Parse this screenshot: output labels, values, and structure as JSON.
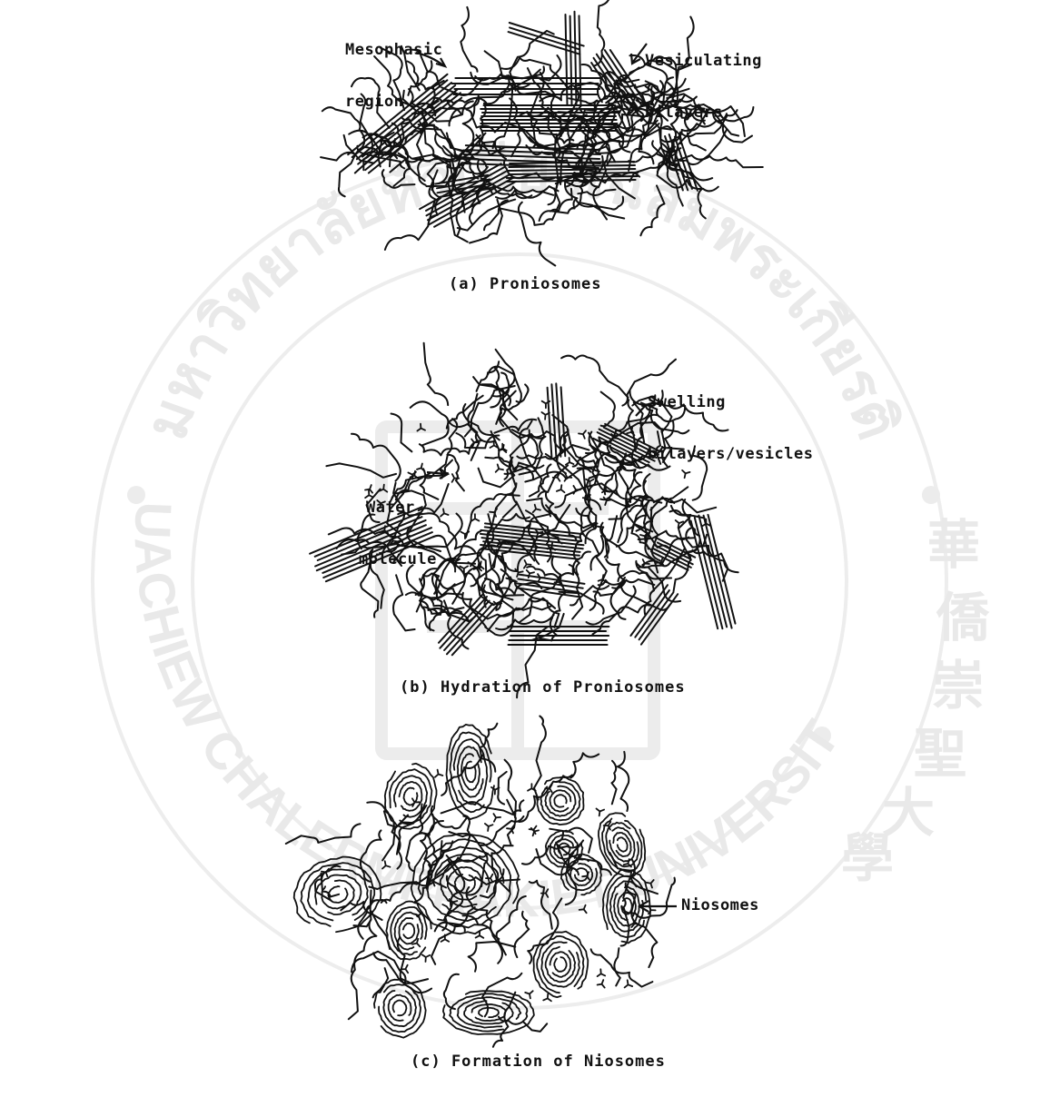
{
  "watermark": {
    "top_text": "มหาวิทยาลัยหัวเฉียวเฉลิมพระเกียรติ",
    "left_text": "HUACHIEW CHALERMPRAKIET UNIVERSITY",
    "right_text": "華僑崇聖大學",
    "color": "#e6e6e6"
  },
  "panel_a": {
    "caption": "(a) Proniosomes",
    "label_mesophasic_line1": "Mesophasic",
    "label_mesophasic_line2": "region",
    "label_vesiculating_line1": "Vesiculating",
    "label_vesiculating_line2": "bilayers"
  },
  "panel_b": {
    "caption": "(b) Hydration of Proniosomes",
    "label_swelling_line1": "Swelling",
    "label_swelling_line2": "bilayers/vesicles",
    "label_water_line1": "Water",
    "label_water_line2": "molecule"
  },
  "panel_c": {
    "caption": "(c) Formation of Niosomes",
    "label_niosomes": "Niosomes"
  },
  "colors": {
    "ink": "#111111",
    "watermark": "#e6e6e6"
  }
}
